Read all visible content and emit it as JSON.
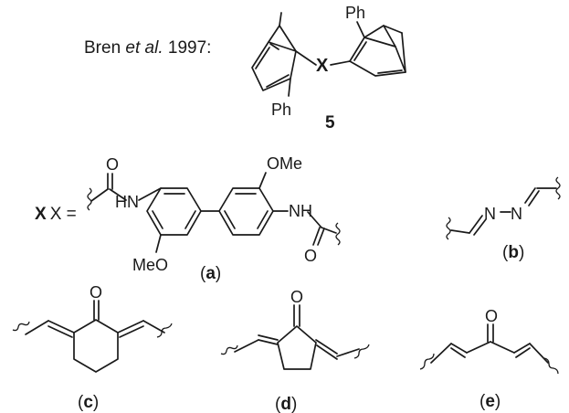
{
  "citation": {
    "author": "Bren",
    "etal": "et al.",
    "year": "1997:"
  },
  "compound_number": "5",
  "linker_symbol": "X",
  "linker_definition": "X =",
  "atoms": {
    "phenyl": "Ph",
    "oxygen": "O",
    "nitrogen": "N",
    "amide_nh": "HN",
    "amide_nh_right": "NH",
    "methoxy_right": "OMe",
    "methoxy_left": "MeO"
  },
  "variants": [
    {
      "id": "a",
      "label": "a"
    },
    {
      "id": "b",
      "label": "b"
    },
    {
      "id": "c",
      "label": "c"
    },
    {
      "id": "d",
      "label": "d"
    },
    {
      "id": "e",
      "label": "e"
    }
  ]
}
